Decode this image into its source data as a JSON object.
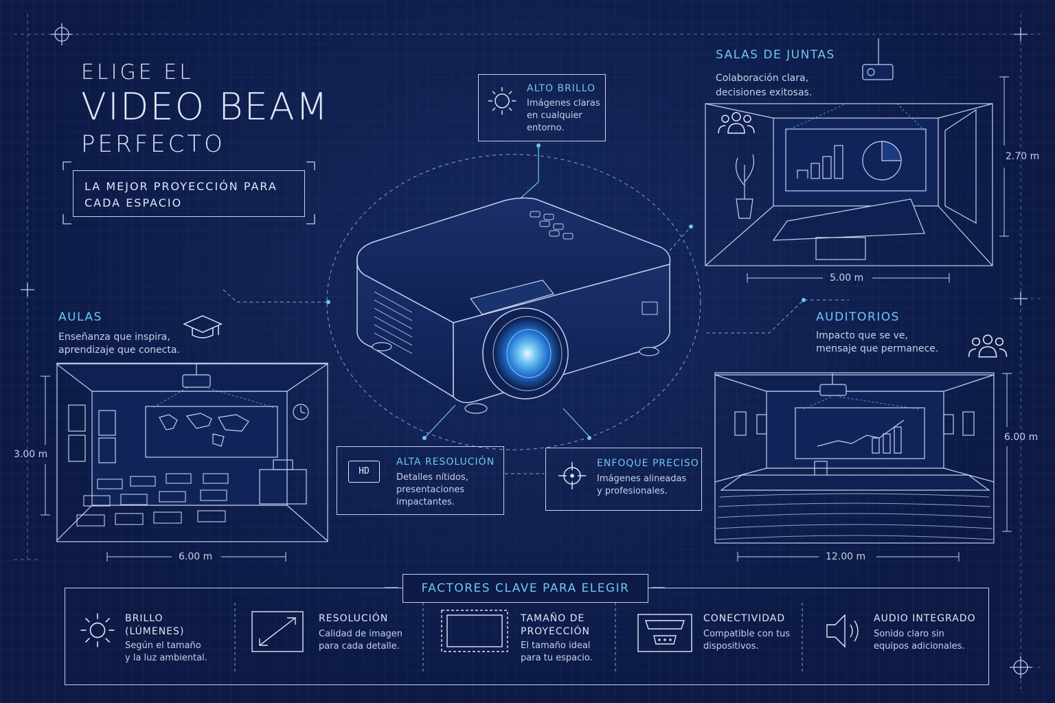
{
  "header": {
    "line1": "ELIGE EL",
    "line2": "VIDEO BEAM",
    "line3": "PERFECTO",
    "subtitle_line1": "LA MEJOR PROYECCIÓN PARA",
    "subtitle_line2": "CADA ESPACIO"
  },
  "callouts": {
    "brillo": {
      "title": "ALTO BRILLO",
      "desc1": "Imágenes claras",
      "desc2": "en cualquier",
      "desc3": "entorno."
    },
    "resolucion": {
      "badge": "HD",
      "title": "ALTA RESOLUCIÓN",
      "desc1": "Detalles nítidos,",
      "desc2": "presentaciones",
      "desc3": "impactantes."
    },
    "enfoque": {
      "title": "ENFOQUE PRECISO",
      "desc1": "Imágenes alineadas",
      "desc2": "y profesionales."
    }
  },
  "spaces": {
    "aulas": {
      "title": "AULAS",
      "desc1": "Enseñanza que inspira,",
      "desc2": "aprendizaje que conecta.",
      "height": "3.00 m",
      "width": "6.00 m"
    },
    "salas": {
      "title": "SALAS DE JUNTAS",
      "desc1": "Colaboración clara,",
      "desc2": "decisiones exitosas.",
      "height": "2.70 m",
      "width": "5.00 m"
    },
    "auditorios": {
      "title": "AUDITORIOS",
      "desc1": "Impacto que se ve,",
      "desc2": "mensaje que permanece.",
      "height": "6.00 m",
      "width": "12.00 m"
    }
  },
  "factors": {
    "heading": "FACTORES CLAVE PARA ELEGIR",
    "items": [
      {
        "title1": "BRILLO",
        "title2": "(LÚMENES)",
        "desc1": "Según el tamaño",
        "desc2": "y la luz ambiental.",
        "icon": "sun-icon"
      },
      {
        "title1": "RESOLUCIÓN",
        "title2": "",
        "desc1": "Calidad de imagen",
        "desc2": "para cada detalle.",
        "icon": "diagonal-arrow-icon"
      },
      {
        "title1": "TAMAÑO DE",
        "title2": "PROYECCIÓN",
        "desc1": "El tamaño ideal",
        "desc2": "para tu espacio.",
        "icon": "screen-frame-icon"
      },
      {
        "title1": "CONECTIVIDAD",
        "title2": "",
        "desc1": "Compatible con tus",
        "desc2": "dispositivos.",
        "icon": "port-icon"
      },
      {
        "title1": "AUDIO INTEGRADO",
        "title2": "",
        "desc1": "Sonido claro sin",
        "desc2": "equipos adicionales.",
        "icon": "speaker-icon"
      }
    ]
  },
  "colors": {
    "background": "#0c1a45",
    "line": "#c5d3ee",
    "accent": "#6fc6f2",
    "lens_glow": "#3aa8ff"
  }
}
